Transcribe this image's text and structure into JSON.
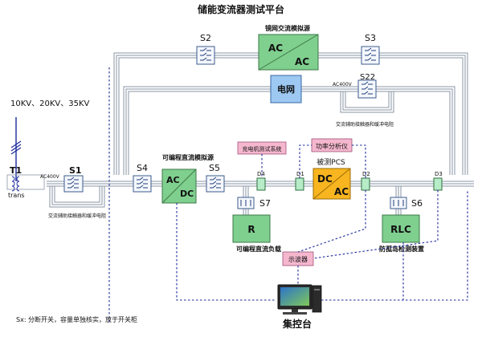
{
  "title": "储能变流器测试平台",
  "voltages": "10KV、20KV、35KV",
  "transformer": {
    "label": "T1",
    "sub": "trans",
    "voltage": "AC400V"
  },
  "switches": {
    "s1": "S1",
    "s2": "S2",
    "s3": "S3",
    "s4": "S4",
    "s5": "S5",
    "s6": "S6",
    "s7": "S7",
    "s22": "S22"
  },
  "grid_sim": {
    "title": "镜网交流模拟源",
    "ac_top": "AC",
    "ac_bottom": "AC"
  },
  "grid": {
    "label": "电网",
    "voltage": "AC400V",
    "note": "交流辅助接触器和缓冲电阻"
  },
  "dc_source": {
    "title": "可编程直流模拟源",
    "ac": "AC",
    "dc": "DC"
  },
  "pcs": {
    "title": "被测PCS",
    "dc": "DC",
    "ac": "AC"
  },
  "pink_labels": {
    "charger": "充电机测试系统",
    "power": "功率分析仪",
    "scope": "示波器"
  },
  "detectors": {
    "d1": "D1",
    "d2": "D2",
    "d3": "D3",
    "d4": "D4"
  },
  "r_load": {
    "label": "R",
    "caption": "可编程直流负载"
  },
  "rlc": {
    "label": "RLC",
    "caption": "防孤岛检测装置"
  },
  "s1_note": "交流辅助接触器和缓冲电阻",
  "controller": "集控台",
  "footnote": "Sx: 分断开关，容量单独核实，放于开关柜",
  "colors": {
    "accent_green": "#7fcf8e",
    "pcs_orange": "#f8b520",
    "grid_blue": "#9cc8f2",
    "label_pink": "#f4b7cd",
    "signal_blue": "#1c2a9c"
  }
}
